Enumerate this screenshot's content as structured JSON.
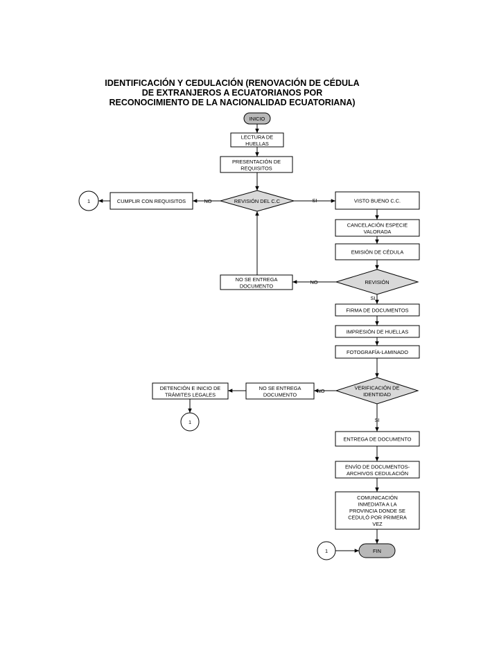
{
  "title_lines": [
    "IDENTIFICACIÓN Y CEDULACIÓN (RENOVACIÓN DE CÉDULA",
    "DE EXTRANJEROS A ECUATORIANOS POR",
    "RECONOCIMIENTO DE LA NACIONALIDAD ECUATORIANA)"
  ],
  "colors": {
    "terminal_fill": "#b8b8b8",
    "decision_fill": "#d9d9d9",
    "process_fill": "#ffffff",
    "stroke": "#000000"
  },
  "nodes": {
    "inicio": [
      "INICIO"
    ],
    "lectura_huellas": [
      "LECTURA DE",
      "HUELLAS"
    ],
    "presentacion_requisitos": [
      "PRESENTACIÓN DE",
      "REQUISITOS"
    ],
    "revision_cc": [
      "REVISIÓN DEL C.C"
    ],
    "cumplir_requisitos": [
      "CUMPLIR CON REQUISITOS"
    ],
    "connector_1_left": [
      "1"
    ],
    "visto_bueno": [
      "VISTO BUENO C.C."
    ],
    "cancelacion_especie": [
      "CANCELACIÓN ESPECIE",
      "VALORADA"
    ],
    "emision_cedula": [
      "EMISIÓN DE CÉDULA"
    ],
    "revision": [
      "REVISIÓN"
    ],
    "no_entrega_1": [
      "NO SE ENTREGA",
      "DOCUMENTO"
    ],
    "firma_documentos": [
      "FIRMA DE DOCUMENTOS"
    ],
    "impresion_huellas": [
      "IMPRESIÓN DE HUELLAS"
    ],
    "fotografia_laminado": [
      "FOTOGRAFÍA-LAMINADO"
    ],
    "verificacion_identidad": [
      "VERIFICACIÓN DE",
      "IDENTIDAD"
    ],
    "no_entrega_2": [
      "NO SE ENTREGA",
      "DOCUMENTO"
    ],
    "detencion": [
      "DETENCIÓN E INICIO DE",
      "TRÁMITES LEGALES"
    ],
    "connector_1_mid": [
      "1"
    ],
    "entrega_documento": [
      "ENTREGA DE DOCUMENTO"
    ],
    "envio_documentos": [
      "ENVÍO DE DOCUMENTOS-",
      "ARCHIVOS CEDULACIÓN"
    ],
    "comunicacion": [
      "COMUNICACIÓN",
      "INMEDIATA  A LA",
      "PROVINCIA DONDE SE",
      "CEDULÓ POR PRIMERA",
      "VEZ"
    ],
    "connector_1_bottom": [
      "1"
    ],
    "fin": [
      "FIN"
    ]
  },
  "edge_labels": {
    "revision_cc_no": "NO",
    "revision_cc_si": "SI",
    "revision_no": "NO",
    "revision_si": "SI",
    "verificacion_no": "NO",
    "verificacion_si": "SI"
  }
}
